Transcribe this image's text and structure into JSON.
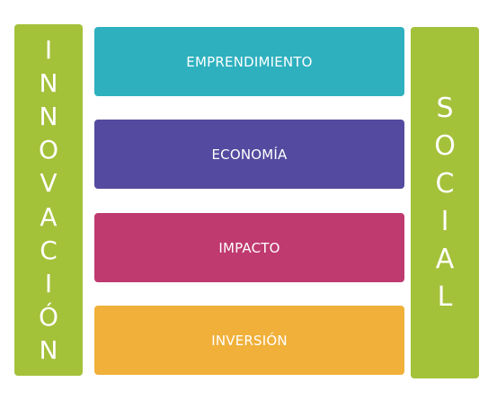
{
  "left_bar": {
    "letters": [
      "I",
      "N",
      "N",
      "O",
      "V",
      "A",
      "C",
      "I",
      "Ó",
      "N"
    ],
    "color": "#a4c13a"
  },
  "right_bar": {
    "letters": [
      "S",
      "O",
      "C",
      "I",
      "A",
      "L"
    ],
    "color": "#a4c13a"
  },
  "blocks": [
    {
      "label": "EMPRENDIMIENTO",
      "color": "#2eb0bf"
    },
    {
      "label": "ECONOMÍA",
      "color": "#544a9f"
    },
    {
      "label": "IMPACTO",
      "color": "#bf3a6f"
    },
    {
      "label": "INVERSIÓN",
      "color": "#f0b039"
    }
  ]
}
